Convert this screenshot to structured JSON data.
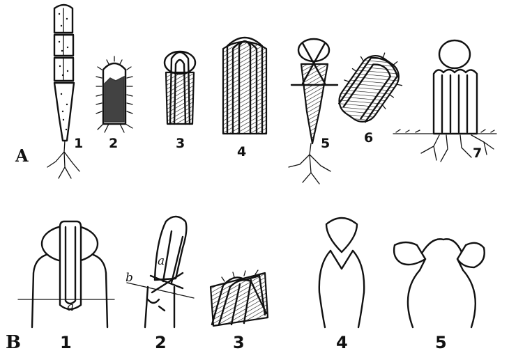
{
  "rows": [
    {
      "label": "A",
      "items": [
        {
          "number": "1"
        },
        {
          "number": "2"
        },
        {
          "number": "3"
        },
        {
          "number": "4"
        },
        {
          "number": "5"
        },
        {
          "number": "6"
        },
        {
          "number": "7"
        }
      ]
    },
    {
      "label": "B",
      "items": [
        {
          "number": "1",
          "annotation": "a"
        },
        {
          "number": "2",
          "annotation_a": "a",
          "annotation_b": "b"
        },
        {
          "number": "3"
        },
        {
          "number": "4"
        },
        {
          "number": "5"
        }
      ]
    }
  ]
}
